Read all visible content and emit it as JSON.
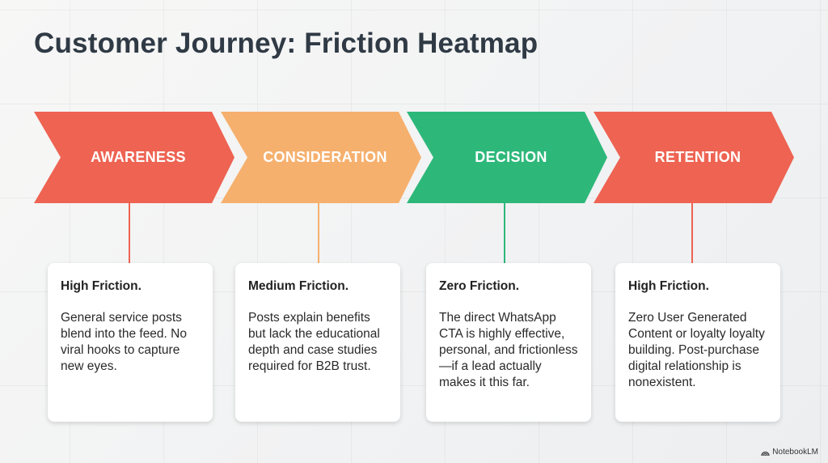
{
  "title": "Customer Journey: Friction Heatmap",
  "stages": [
    {
      "label": "AWARENESS",
      "color": "#EE6352",
      "heading": "High Friction.",
      "text": "General service posts blend into the feed. No viral hooks to capture new eyes."
    },
    {
      "label": "CONSIDERATION",
      "color": "#F6B06E",
      "heading": "Medium Friction.",
      "text": "Posts explain benefits but lack the educational depth and case studies required for B2B trust."
    },
    {
      "label": "DECISION",
      "color": "#2DB87A",
      "heading": "Zero Friction.",
      "text": "The direct WhatsApp CTA is highly effective, personal, and frictionless—if a lead actually makes it this far."
    },
    {
      "label": "RETENTION",
      "color": "#EE6352",
      "heading": "High Friction.",
      "text": "Zero User Generated Content or loyalty loyalty building. Post-purchase digital relationship is nonexistent."
    }
  ],
  "brand": "NotebookLM"
}
